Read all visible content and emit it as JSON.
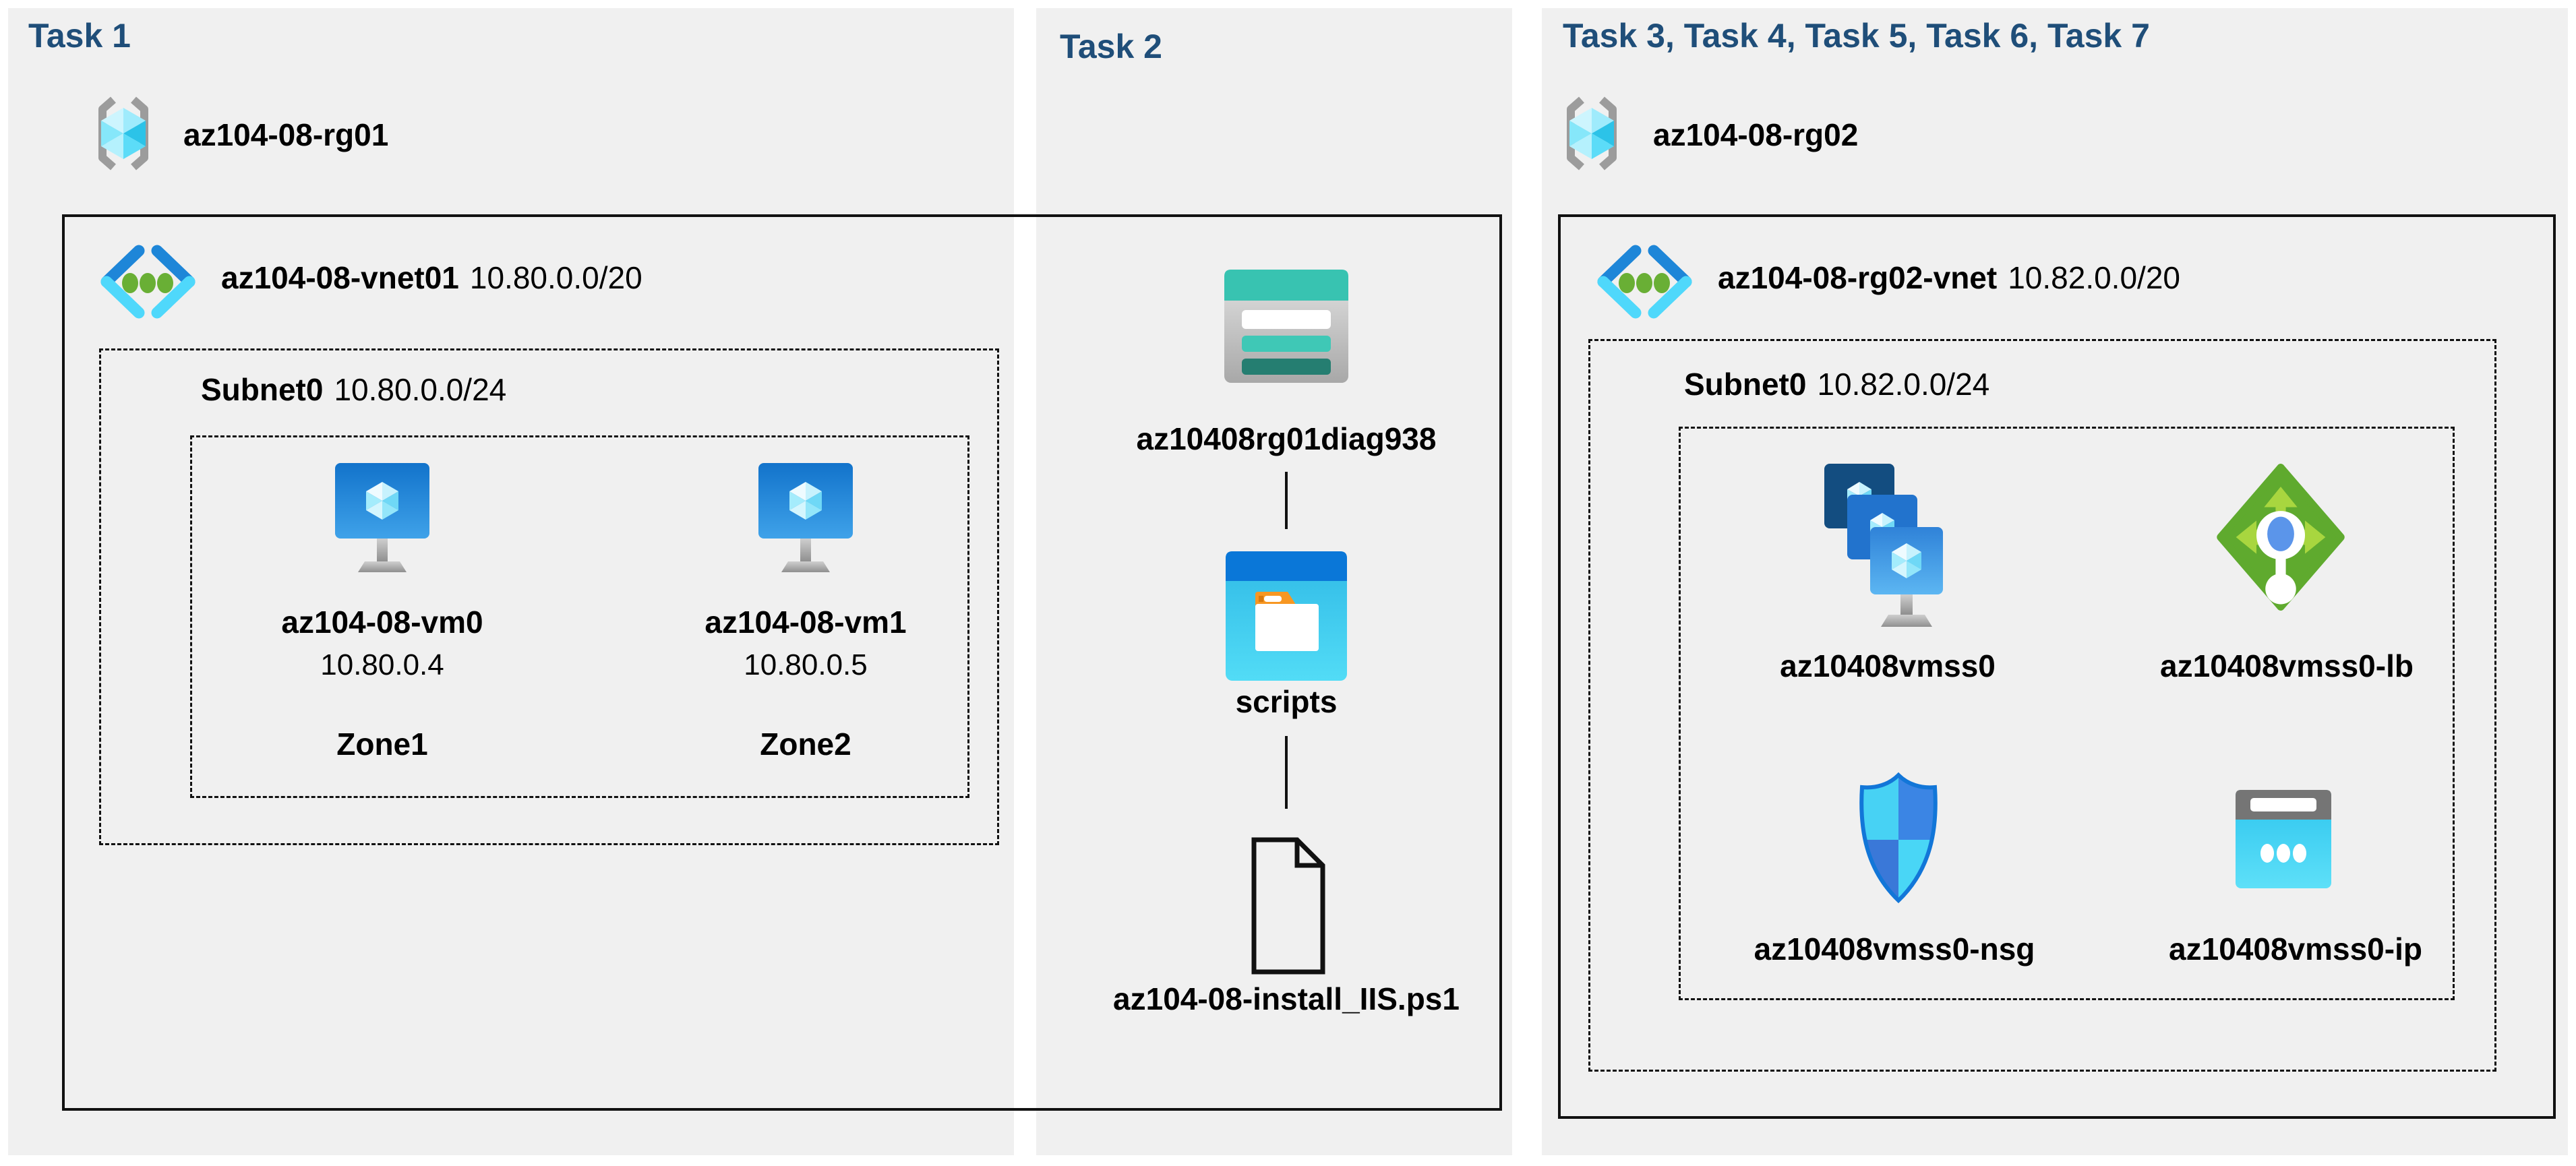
{
  "colors": {
    "header_navy": "#1f4e79",
    "panel_gray": "#f0f0f0",
    "azure_blue": "#0b76d6",
    "cyan": "#50e6ff",
    "storage_teal": "#38c3b1",
    "lb_green": "#5faa2e",
    "folder_orange": "#f79722"
  },
  "icons": {
    "resource_group": "resource-group-icon",
    "virtual_network": "virtual-network-icon",
    "virtual_machine": "virtual-machine-icon",
    "storage_account": "storage-account-icon",
    "blob_container": "folder-container-icon",
    "script_file": "document-file-icon",
    "vm_scale_set": "vm-scale-set-icon",
    "load_balancer": "load-balancer-icon",
    "network_security_group": "shield-icon",
    "public_ip": "public-ip-icon"
  },
  "task1": {
    "title": "Task 1",
    "resource_group": "az104-08-rg01",
    "vnet_name": "az104-08-vnet01",
    "vnet_cidr": "10.80.0.0/20",
    "subnet_name": "Subnet0",
    "subnet_cidr": "10.80.0.0/24",
    "vms": [
      {
        "name": "az104-08-vm0",
        "ip": "10.80.0.4",
        "zone": "Zone1"
      },
      {
        "name": "az104-08-vm1",
        "ip": "10.80.0.5",
        "zone": "Zone2"
      }
    ]
  },
  "task2": {
    "title": "Task 2",
    "storage_account": "az10408rg01diag938",
    "container": "scripts",
    "script_file": "az104-08-install_IIS.ps1"
  },
  "task3": {
    "title": "Task 3, Task 4, Task 5, Task 6, Task 7",
    "resource_group": "az104-08-rg02",
    "vnet_name": "az104-08-rg02-vnet",
    "vnet_cidr": "10.82.0.0/20",
    "subnet_name": "Subnet0",
    "subnet_cidr": "10.82.0.0/24",
    "resources": [
      {
        "name": "az10408vmss0"
      },
      {
        "name": "az10408vmss0-lb"
      },
      {
        "name": "az10408vmss0-nsg"
      },
      {
        "name": "az10408vmss0-ip"
      }
    ]
  }
}
